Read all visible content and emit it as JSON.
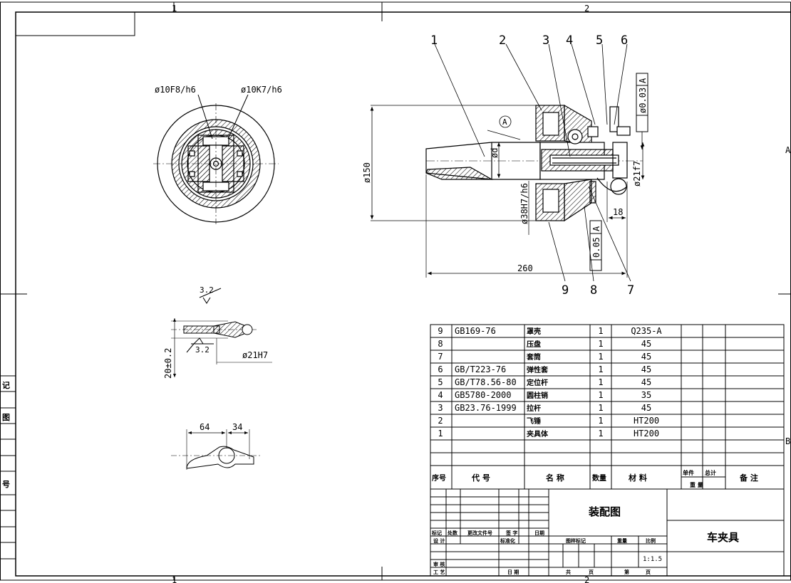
{
  "zones": {
    "top": [
      "1",
      "2"
    ],
    "bottom": [
      "1",
      "2"
    ],
    "right": [
      "A",
      "B"
    ]
  },
  "main_view": {
    "balloons": [
      "1",
      "2",
      "3",
      "4",
      "5",
      "6",
      "7",
      "8",
      "9"
    ],
    "dims": {
      "d150": "ø150",
      "dd": "ød",
      "d38": "ø38H7/h6",
      "d21": "ø21f7",
      "l260": "260",
      "l18": "18",
      "datum": "A"
    },
    "tol_top": {
      "value": "ø0.03",
      "datum": "A"
    },
    "tol_bottom": {
      "value": "0.05",
      "datum": "A"
    }
  },
  "section_view": {
    "fit_left": "ø10F8/h6",
    "fit_right": "ø10K7/h6"
  },
  "part_detail": {
    "rough_top": "3.2",
    "rough_mid": "3.2",
    "height": "20±0.2",
    "bore": "ø21H7"
  },
  "lever_detail": {
    "dim_a": "64",
    "dim_b": "34"
  },
  "bom": {
    "rows": [
      {
        "no": "9",
        "code": "GB169-76",
        "name": "罩壳",
        "qty": "1",
        "material": "Q235-A"
      },
      {
        "no": "8",
        "code": "",
        "name": "压盘",
        "qty": "1",
        "material": "45"
      },
      {
        "no": "7",
        "code": "",
        "name": "套筒",
        "qty": "1",
        "material": "45"
      },
      {
        "no": "6",
        "code": "GB/T223-76",
        "name": "弹性套",
        "qty": "1",
        "material": "45"
      },
      {
        "no": "5",
        "code": "GB/T78.56-80",
        "name": "定位杆",
        "qty": "1",
        "material": "45"
      },
      {
        "no": "4",
        "code": "GB5780-2000",
        "name": "圆柱销",
        "qty": "1",
        "material": "35"
      },
      {
        "no": "3",
        "code": "GB23.76-1999",
        "name": "拉杆",
        "qty": "1",
        "material": "45"
      },
      {
        "no": "2",
        "code": "",
        "name": "飞锤",
        "qty": "1",
        "material": "HT200"
      },
      {
        "no": "1",
        "code": "",
        "name": "夹具体",
        "qty": "1",
        "material": "HT200"
      }
    ],
    "headers": {
      "no": "序号",
      "code": "代 号",
      "name": "名 称",
      "qty": "数量",
      "material": "材 料",
      "unit": "单件",
      "total": "总计",
      "weight": "重 量",
      "remark": "备 注"
    }
  },
  "title_block": {
    "drawing_name": "装配图",
    "part_name": "车夹具",
    "scale": "1:1.5",
    "labels": {
      "mark": "标记",
      "count": "处数",
      "doc": "更改文件号",
      "sign": "签 字",
      "date": "日期",
      "design": "设 计",
      "std": "标准化",
      "stage": "图样标记",
      "weight": "重量",
      "ratio": "比例",
      "check": "审 核",
      "process": "工 艺",
      "date2": "日 期",
      "total_sheets": "共",
      "sheet": "页",
      "nth": "第",
      "sheet2": "页"
    }
  },
  "left_strip": [
    "记",
    "图",
    "号"
  ]
}
